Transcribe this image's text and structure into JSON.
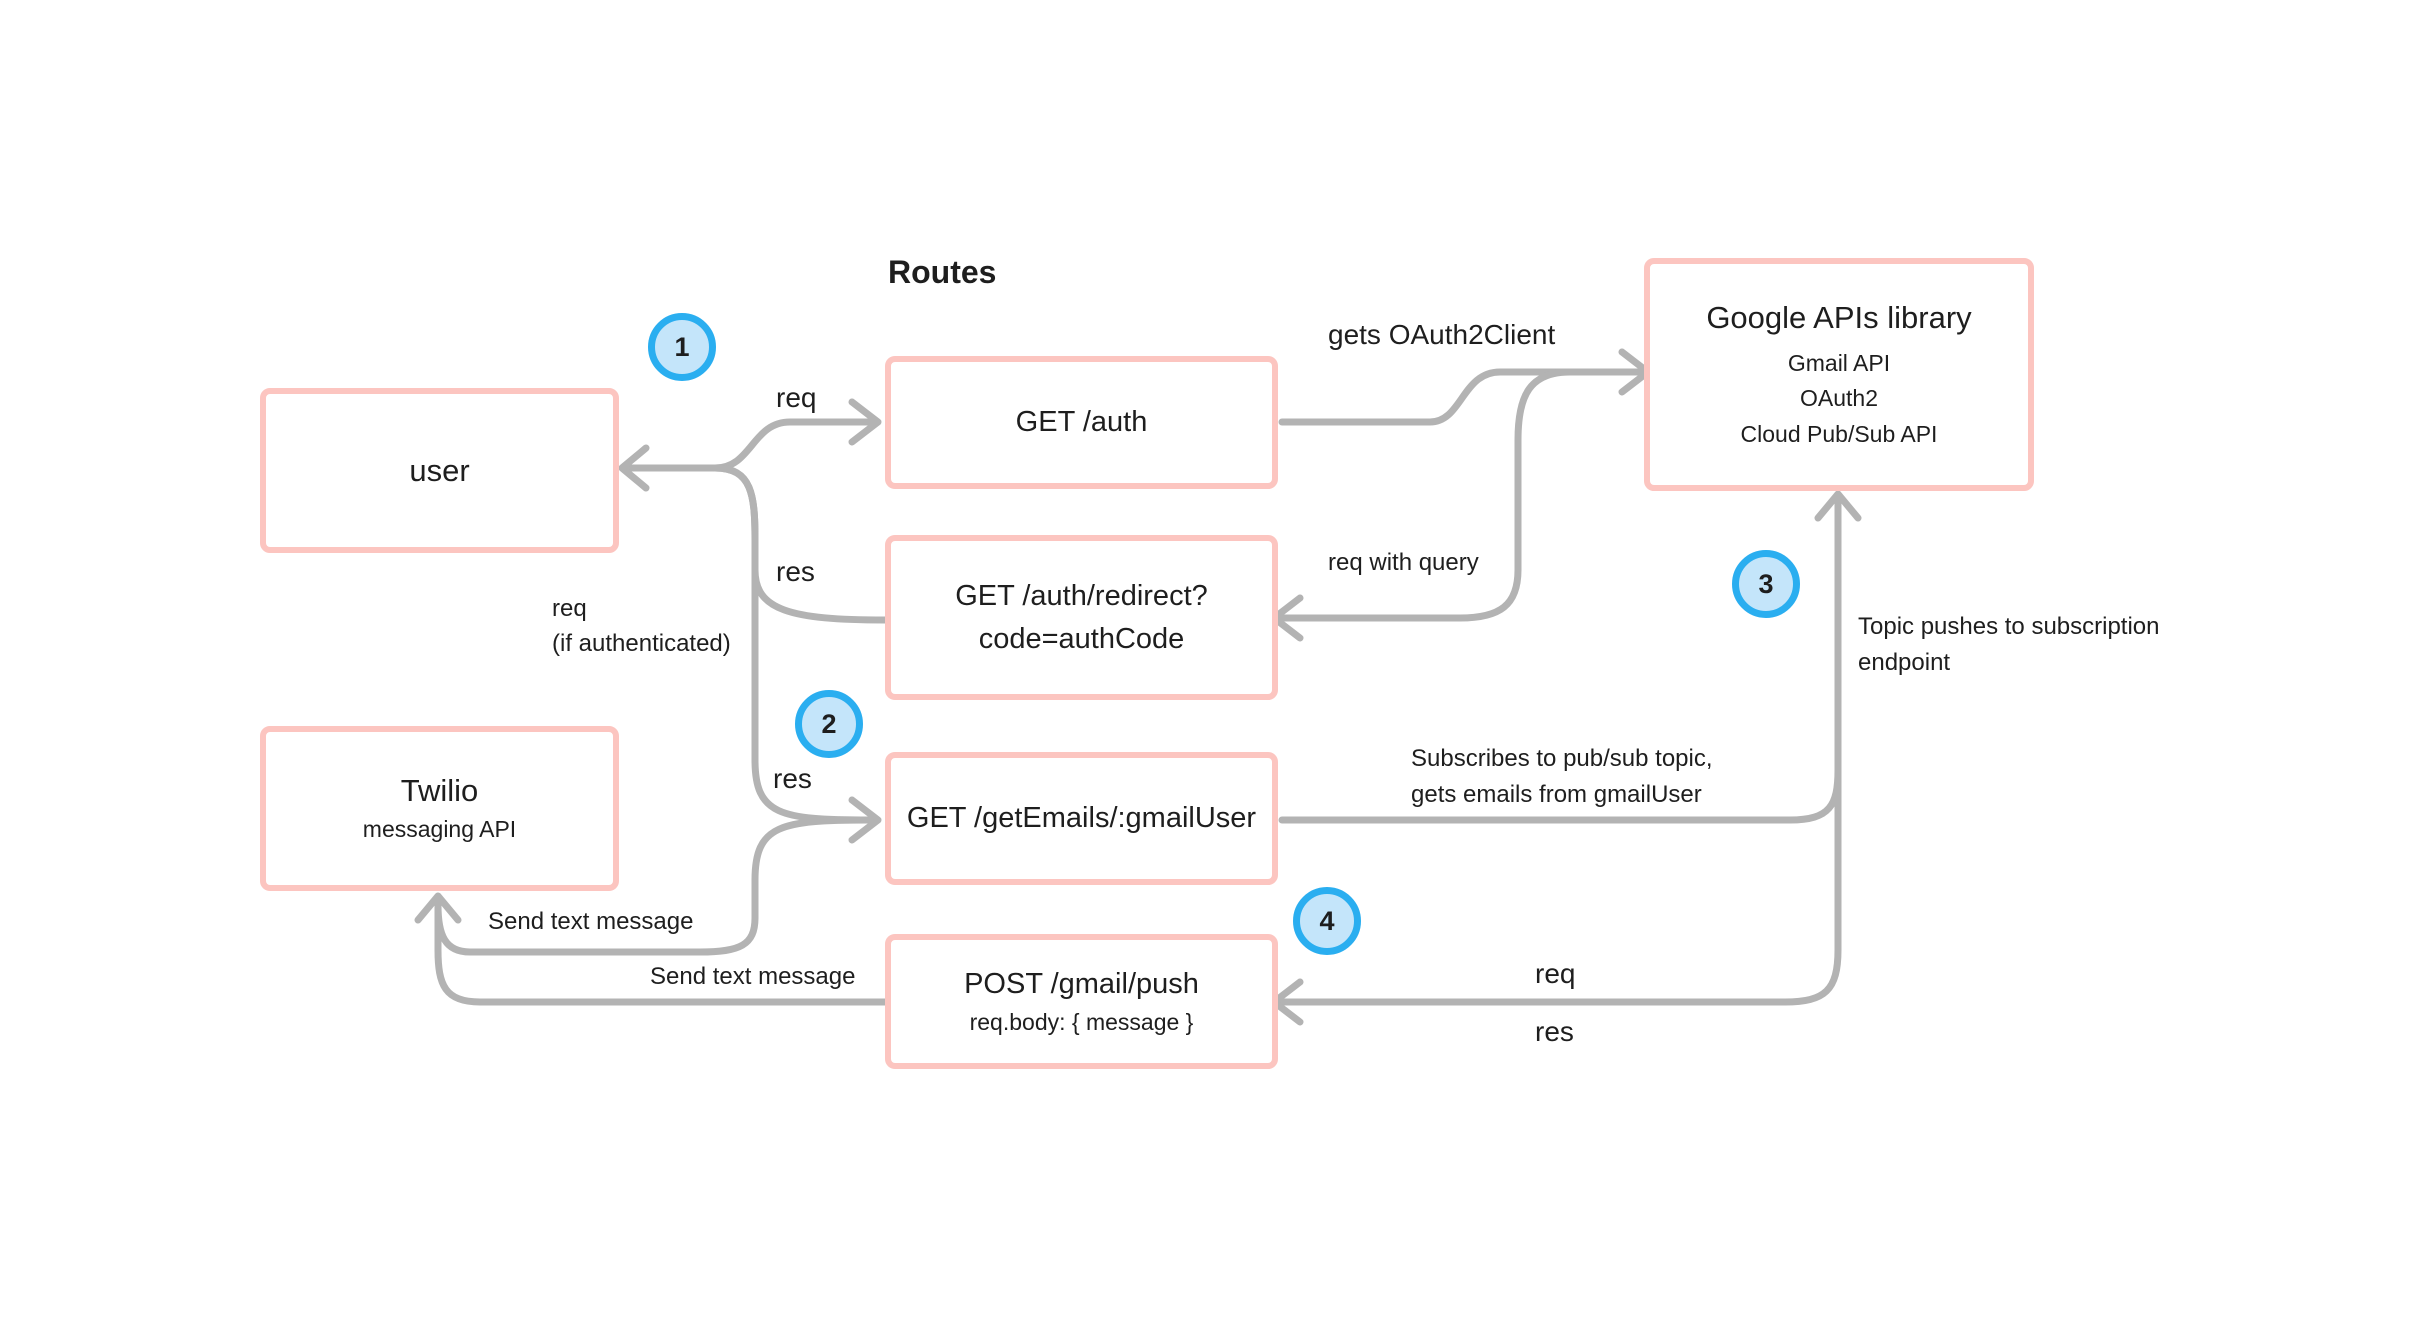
{
  "heading": "Routes",
  "nodes": {
    "user": "user",
    "twilio": {
      "title": "Twilio",
      "subtitle": "messaging API"
    },
    "get_auth": "GET /auth",
    "auth_redirect": {
      "line1": "GET /auth/redirect?",
      "line2": "code=authCode"
    },
    "get_emails": "GET /getEmails/:gmailUser",
    "gmail_push": {
      "title": "POST /gmail/push",
      "subtitle": "req.body: { message }"
    },
    "google": {
      "title": "Google APIs library",
      "items": [
        "Gmail API",
        "OAuth2",
        "Cloud Pub/Sub API"
      ]
    }
  },
  "badges": [
    "1",
    "2",
    "3",
    "4"
  ],
  "labels": {
    "req_top": "req",
    "res_top": "res",
    "req_if_auth": [
      "req",
      "(if authenticated)"
    ],
    "res_mid": "res",
    "send_text_1": "Send text message",
    "send_text_2": "Send text message",
    "gets_oauth": "gets OAuth2Client",
    "req_with_query": "req with query",
    "subscribes": [
      "Subscribes to pub/sub topic,",
      "gets emails from gmailUser"
    ],
    "topic_pushes": [
      "Topic pushes to subscription",
      "endpoint"
    ],
    "req_bottom": "req",
    "res_bottom": "res"
  },
  "colors": {
    "box_border": "#fcc5c0",
    "arrow": "#b3b3b3",
    "badge_fill": "#c4e5fa",
    "badge_ring": "#2aaef0"
  }
}
